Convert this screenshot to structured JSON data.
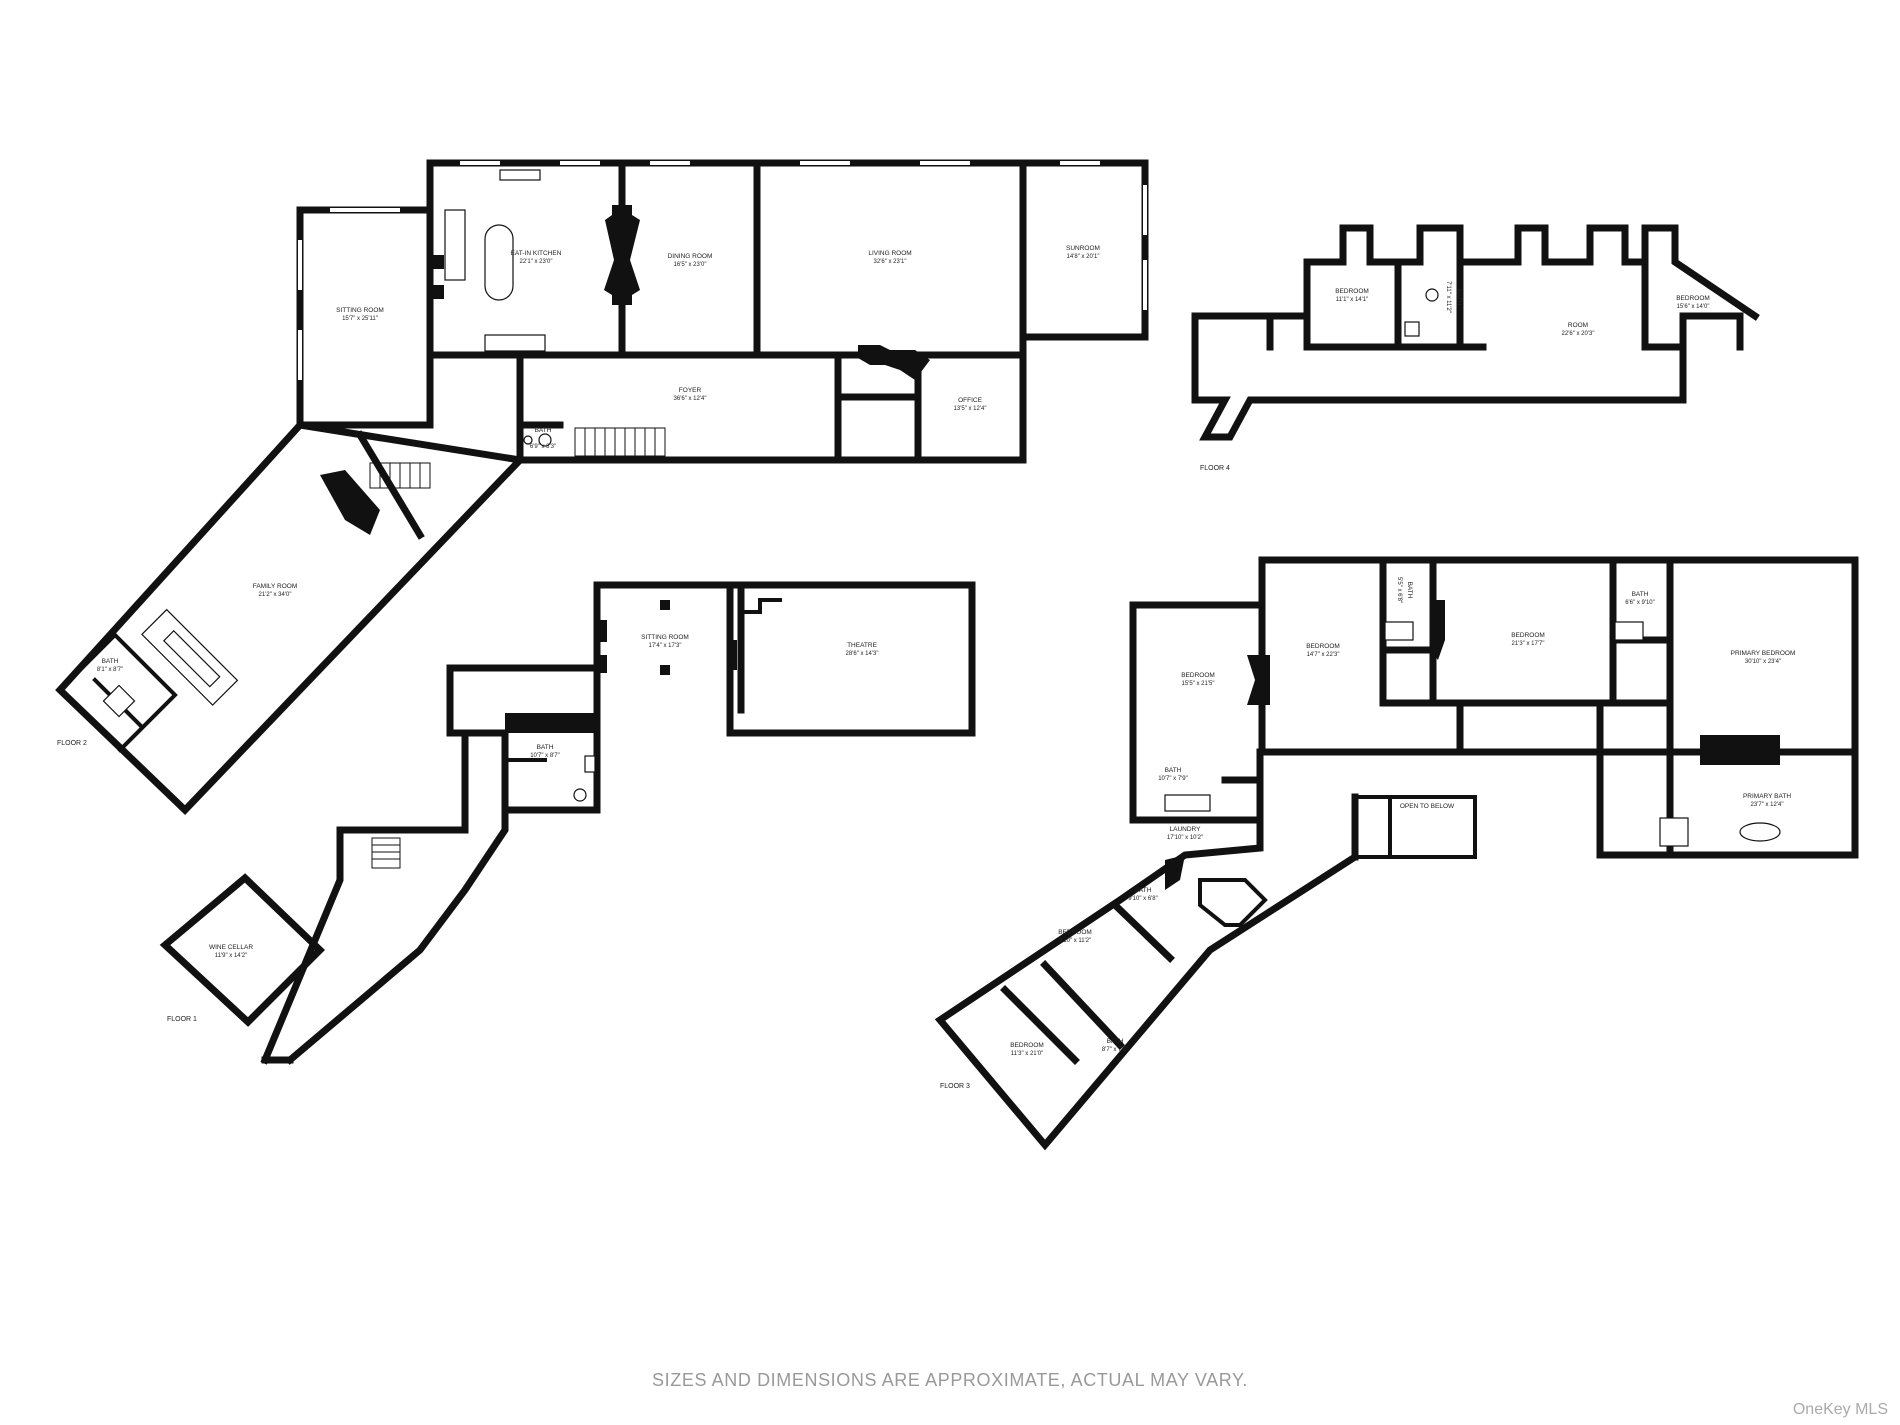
{
  "floors": {
    "floor1": "FLOOR 1",
    "floor2": "FLOOR 2",
    "floor3": "FLOOR 3",
    "floor4": "FLOOR 4"
  },
  "rooms": {
    "sitting_room_f2": {
      "name": "SITTING ROOM",
      "dim": "15'7\" x 25'11\""
    },
    "kitchen": {
      "name": "EAT-IN KITCHEN",
      "dim": "22'1\" x 23'0\""
    },
    "dining": {
      "name": "DINING ROOM",
      "dim": "16'5\" x 23'0\""
    },
    "living": {
      "name": "LIVING ROOM",
      "dim": "32'6\" x 23'1\""
    },
    "sunroom": {
      "name": "SUNROOM",
      "dim": "14'8\" x 20'1\""
    },
    "foyer": {
      "name": "FOYER",
      "dim": "36'6\" x 12'4\""
    },
    "office": {
      "name": "OFFICE",
      "dim": "13'5\" x 12'4\""
    },
    "bath_f2_small": {
      "name": "BATH",
      "dim": "6'9\" x 3'3\""
    },
    "family": {
      "name": "FAMILY ROOM",
      "dim": "21'2\" x 34'0\""
    },
    "bath_f2": {
      "name": "BATH",
      "dim": "8'1\" x 8'7\""
    },
    "sitting_room_f1": {
      "name": "SITTING ROOM",
      "dim": "17'4\" x 17'3\""
    },
    "theatre": {
      "name": "THEATRE",
      "dim": "28'6\" x 14'3\""
    },
    "bath_f1": {
      "name": "BATH",
      "dim": "10'7\" x 8'7\""
    },
    "wine_cellar": {
      "name": "WINE CELLAR",
      "dim": "11'9\" x 14'2\""
    },
    "bed_f4_a": {
      "name": "BEDROOM",
      "dim": "11'1\" x 14'1\""
    },
    "bath_f4": {
      "name": "BATH",
      "dim": "7'11\" x 11'2\""
    },
    "room_f4": {
      "name": "ROOM",
      "dim": "22'6\" x 20'3\""
    },
    "bed_f4_b": {
      "name": "BEDROOM",
      "dim": "15'6\" x 14'0\""
    },
    "bed_f3_a": {
      "name": "BEDROOM",
      "dim": "15'5\" x 21'5\""
    },
    "bed_f3_b": {
      "name": "BEDROOM",
      "dim": "14'7\" x 22'3\""
    },
    "bath_f3_a": {
      "name": "BATH",
      "dim": "5'5\" x 6'8\""
    },
    "bed_f3_c": {
      "name": "BEDROOM",
      "dim": "21'3\" x 17'7\""
    },
    "bath_f3_b": {
      "name": "BATH",
      "dim": "6'6\" x 9'10\""
    },
    "primary_bed": {
      "name": "PRIMARY BEDROOM",
      "dim": "30'10\" x 23'4\""
    },
    "bath_f3_c": {
      "name": "BATH",
      "dim": "10'7\" x 7'9\""
    },
    "laundry": {
      "name": "LAUNDRY",
      "dim": "17'10\" x 10'2\""
    },
    "open_below": {
      "name": "OPEN TO BELOW"
    },
    "primary_bath": {
      "name": "PRIMARY BATH",
      "dim": "23'7\" x 12'4\""
    },
    "bath_f3_d": {
      "name": "BATH",
      "dim": "9'10\" x 6'8\""
    },
    "bed_f3_d": {
      "name": "BEDROOM",
      "dim": "9'10\" x 11'2\""
    },
    "bath_f3_e": {
      "name": "BATH",
      "dim": "8'7\" x 7'2\""
    },
    "bed_f3_e": {
      "name": "BEDROOM",
      "dim": "11'3\" x 21'0\""
    }
  },
  "footer_note": "SIZES AND DIMENSIONS ARE APPROXIMATE, ACTUAL MAY VARY.",
  "watermark": "OneKey MLS"
}
